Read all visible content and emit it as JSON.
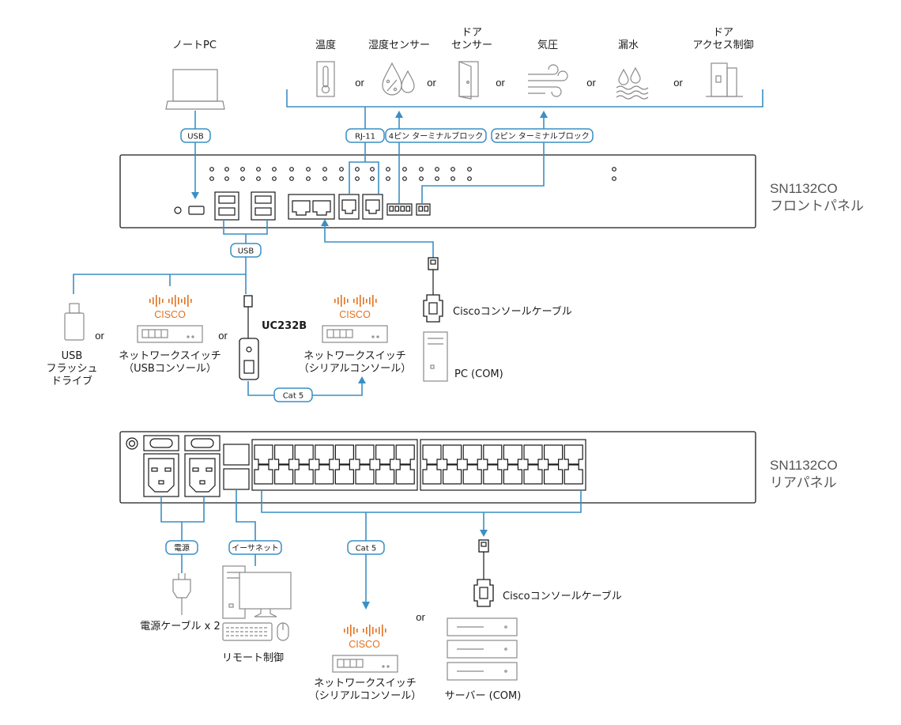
{
  "panels": {
    "front": {
      "model": "SN1132CO",
      "name": "フロントパネル"
    },
    "rear": {
      "model": "SN1132CO",
      "name": "リアパネル"
    }
  },
  "sensors": [
    {
      "label_lines": [
        "温度"
      ],
      "icon": "thermometer-icon"
    },
    {
      "label_lines": [
        "湿度センサー"
      ],
      "icon": "humidity-icon"
    },
    {
      "label_lines": [
        "ドア",
        "センサー"
      ],
      "icon": "door-icon"
    },
    {
      "label_lines": [
        "気圧"
      ],
      "icon": "air-pressure-icon"
    },
    {
      "label_lines": [
        "漏水"
      ],
      "icon": "water-leak-icon"
    },
    {
      "label_lines": [
        "ドア",
        "アクセス制御"
      ],
      "icon": "door-access-icon"
    }
  ],
  "or_text": "or",
  "laptop": {
    "label": "ノートPC"
  },
  "tags": {
    "usb_top": "USB",
    "rj11": "RJ-11",
    "terminal4": "4ピン ターミナルブロック",
    "terminal2": "2ピン ターミナルブロック",
    "usb_mid": "USB",
    "cat5_mid": "Cat 5",
    "power": "電源",
    "ethernet": "イーサネット",
    "cat5_rear": "Cat 5"
  },
  "usb_devices": {
    "flash_lines": [
      "USB",
      "フラッシュ",
      "ドライブ"
    ],
    "usb_switch_lines": [
      "ネットワークスイッチ",
      "（USBコンソール）"
    ],
    "uc232b": "UC232B",
    "serial_switch_lines": [
      "ネットワークスイッチ",
      "（シリアルコンソール）"
    ]
  },
  "cisco_word": "CISCO",
  "front_console": {
    "cable_label": "Ciscoコンソールケーブル",
    "pc_label": "PC (COM)"
  },
  "rear_devices": {
    "power_cable": "電源ケーブル x 2",
    "remote": "リモート制御",
    "switch_lines": [
      "ネットワークスイッチ",
      "（シリアルコンソール）"
    ],
    "console_cable": "Ciscoコンソールケーブル",
    "server": "サーバー (COM)"
  },
  "colors": {
    "connection_line": "#3a8fc4",
    "cisco_brand": "#e4711f",
    "device_stroke": "#1a1a1a",
    "icon_stroke": "#8a8a8a"
  }
}
